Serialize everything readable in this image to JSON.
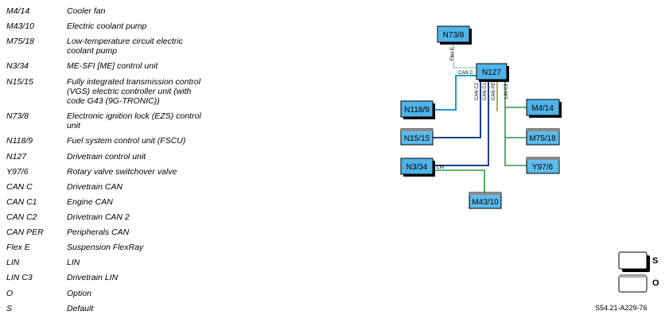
{
  "legend": [
    {
      "code": "M4/14",
      "desc": "Cooler fan"
    },
    {
      "code": "M43/10",
      "desc": "Electric coolant pump"
    },
    {
      "code": "M75/18",
      "desc": "Low-temperature circuit electric\ncoolant pump"
    },
    {
      "code": "N3/34",
      "desc": "ME-SFI [ME] control unit"
    },
    {
      "code": "N15/15",
      "desc": "Fully integrated transmission control\n(VGS) electric controller unit (with\ncode G43 (9G-TRONIC))"
    },
    {
      "code": "N73/8",
      "desc": "Electronic ignition lock (EZS) control\nunit"
    },
    {
      "code": "N118/9",
      "desc": "Fuel system control unit (FSCU)"
    },
    {
      "code": "N127",
      "desc": "Drivetrain control unit"
    },
    {
      "code": "Y97/6",
      "desc": "Rotary valve switchover valve"
    },
    {
      "code": "CAN C",
      "desc": "Drivetrain CAN"
    },
    {
      "code": "CAN C1",
      "desc": "Engine CAN"
    },
    {
      "code": "CAN C2",
      "desc": "Drivetrain CAN 2"
    },
    {
      "code": "CAN PER",
      "desc": "Peripherals CAN"
    },
    {
      "code": "Flex E",
      "desc": "Suspension FlexRay"
    },
    {
      "code": "LIN",
      "desc": "LIN"
    },
    {
      "code": "LIN C3",
      "desc": "Drivetrain LIN"
    },
    {
      "code": "O",
      "desc": "Option"
    },
    {
      "code": "S",
      "desc": "Default"
    }
  ],
  "nodes": {
    "n73_8": "N73/8",
    "n127": "N127",
    "n118_9": "N118/9",
    "n15_15": "N15/15",
    "n3_34": "N3/34",
    "m4_14": "M4/14",
    "m75_18": "M75/18",
    "y97_6": "Y97/6",
    "m43_10": "M43/10"
  },
  "buses": {
    "flex_e": "Flex E",
    "can_c": "CAN C",
    "can_c2": "CAN C2",
    "can_c1": "CAN C1",
    "can_per": "CAN PER",
    "lin_c3": "LIN C3",
    "lin": "LIN"
  },
  "key": {
    "standard": "S",
    "optional": "O"
  },
  "reference": "S54.21-A229-76",
  "colors": {
    "node_fill": "#4fb3e8",
    "flexray": "#9fd4c8",
    "can_c": "#1a9bd7",
    "can_c1": "#1f3d8f",
    "can_c2": "#1f3d8f",
    "can_per": "#9a9a2a",
    "lin": "#2e9a3e"
  }
}
